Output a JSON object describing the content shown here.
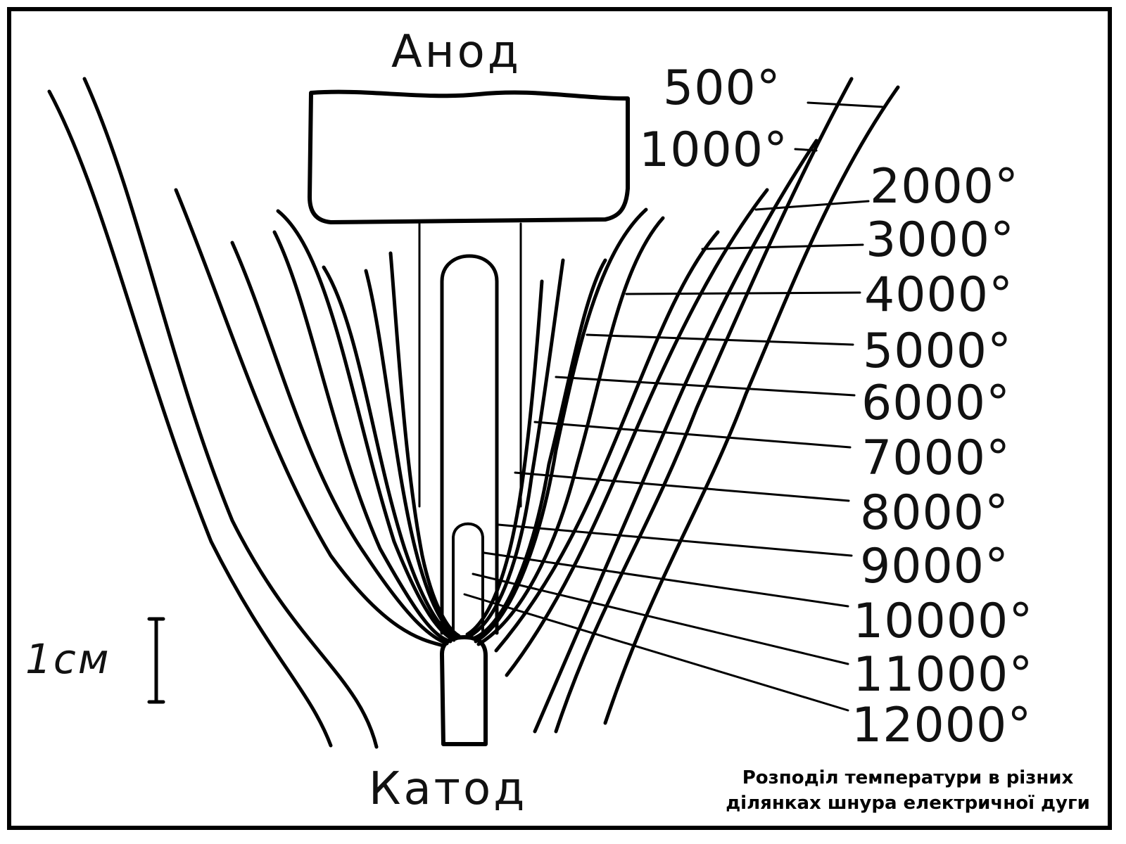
{
  "anode_label": "Анод",
  "cathode_label": "Катод",
  "scale_label": "1см",
  "temperatures": [
    "500°",
    "1000°",
    "2000°",
    "3000°",
    "4000°",
    "5000°",
    "6000°",
    "7000°",
    "8000°",
    "9000°",
    "10000°",
    "11000°",
    "12000°"
  ],
  "caption": {
    "line1": "Розподіл температури в різних",
    "line2": "ділянках шнура електричної дуги"
  }
}
